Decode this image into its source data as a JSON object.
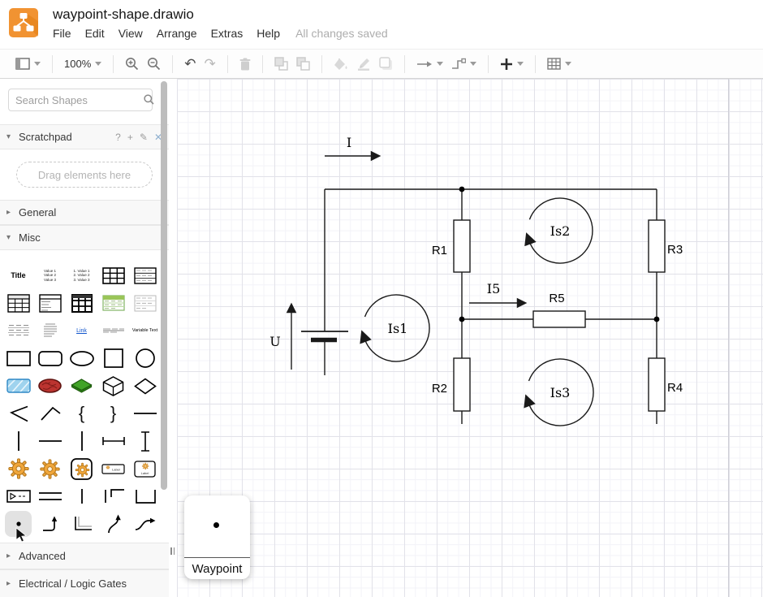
{
  "header": {
    "title": "waypoint-shape.drawio",
    "menus": [
      "File",
      "Edit",
      "View",
      "Arrange",
      "Extras",
      "Help"
    ],
    "status": "All changes saved"
  },
  "toolbar": {
    "zoom_level": "100%"
  },
  "icons": {
    "caret_down": "▾",
    "caret_right": "▸",
    "undo": "↶",
    "redo": "↷",
    "help": "?",
    "plus": "+",
    "pencil": "✎",
    "close": "✕",
    "brace_left": "{",
    "brace_right": "}"
  },
  "sidebar": {
    "search_placeholder": "Search Shapes",
    "scratchpad_hint": "Drag elements here",
    "sections": [
      {
        "label": "Scratchpad",
        "expanded": true
      },
      {
        "label": "General",
        "expanded": false
      },
      {
        "label": "Misc",
        "expanded": true
      },
      {
        "label": "Advanced",
        "expanded": false
      },
      {
        "label": "Electrical / Logic Gates",
        "expanded": false
      }
    ],
    "shapes": {
      "title": "Title",
      "bullet_list": "Value 1\nValue 2\nValue 3",
      "numbered_list": "1. Value 1\n2. Value 2\n3. Value 3",
      "link": "Link",
      "variable_text": "Variable Text",
      "label": "Label"
    }
  },
  "preview": {
    "label": "Waypoint"
  },
  "canvas": {
    "labels": {
      "i": "I",
      "i5": "I5",
      "u": "U",
      "is1": "Is1",
      "is2": "Is2",
      "is3": "Is3",
      "r1": "R1",
      "r2": "R2",
      "r3": "R3",
      "r4": "R4",
      "r5": "R5"
    }
  }
}
